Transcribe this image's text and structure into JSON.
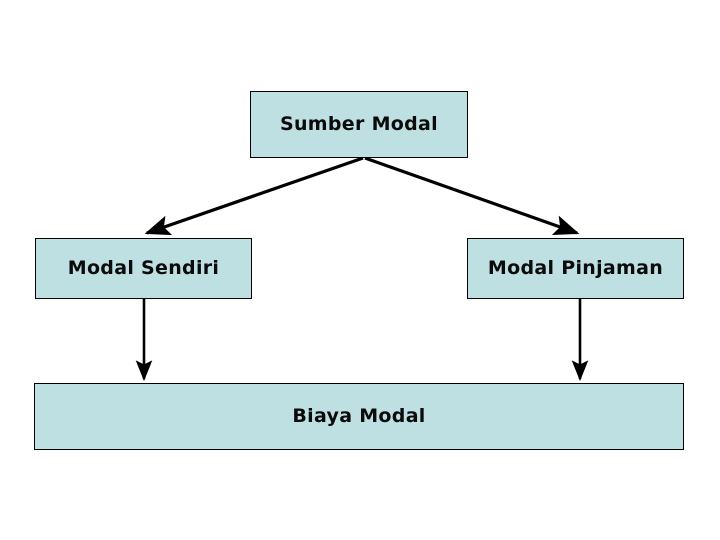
{
  "diagram": {
    "title_text": "Sumber Modal",
    "type": "flowchart",
    "background_color": "#ffffff",
    "node_fill_color": "#bfe0e3",
    "node_border_color": "#000000",
    "text_color": "#0b0b0b",
    "connector_color": "#000000",
    "nodes": [
      {
        "id": "sumber-modal",
        "label": "Sumber Modal",
        "level": 1
      },
      {
        "id": "modal-sendiri",
        "label": "Modal Sendiri",
        "level": 2
      },
      {
        "id": "modal-pinjaman",
        "label": "Modal Pinjaman",
        "level": 2
      },
      {
        "id": "biaya-modal",
        "label": "Biaya Modal",
        "level": 3
      }
    ],
    "connectors": [
      {
        "id": "sumber-to-sendiri",
        "from": "sumber-modal",
        "to": "modal-sendiri",
        "style": "diagonal-arrow"
      },
      {
        "id": "sumber-to-pinjaman",
        "from": "sumber-modal",
        "to": "modal-pinjaman",
        "style": "diagonal-arrow"
      },
      {
        "id": "sendiri-to-biaya",
        "from": "modal-sendiri",
        "to": "biaya-modal",
        "style": "vertical-arrow"
      },
      {
        "id": "pinjaman-to-biaya",
        "from": "modal-pinjaman",
        "to": "biaya-modal",
        "style": "vertical-arrow"
      }
    ]
  }
}
